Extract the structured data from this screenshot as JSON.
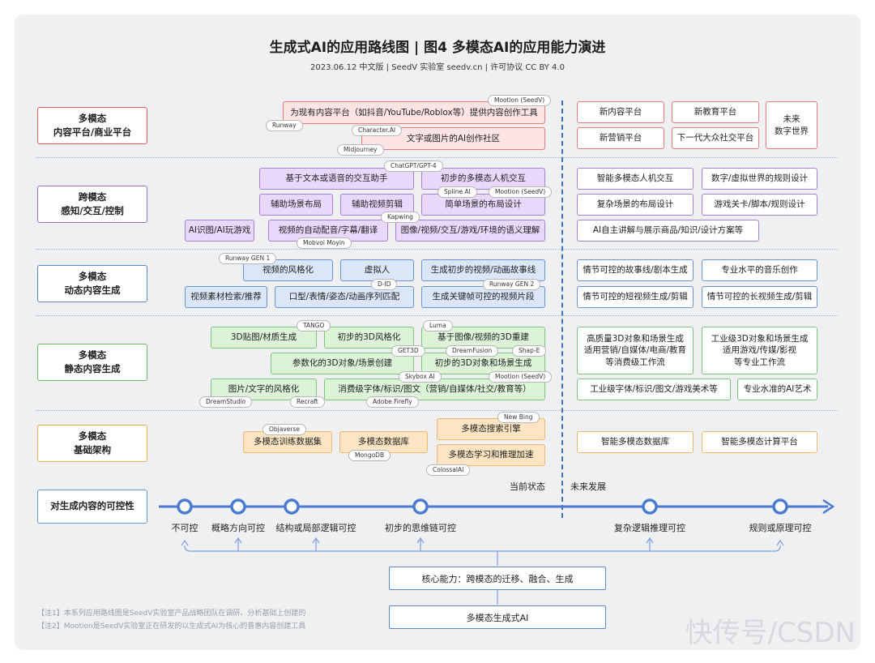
{
  "title": "生成式AI的应用路线图 | 图4 多模态AI的应用能力演进",
  "subtitle": "2023.06.12 中文版 | SeedV 实验室 seedv.cn | 许可协议 CC BY 4.0",
  "rows": {
    "r1": {
      "cat": "多模态\n内容平台/商业平台",
      "b1": "为现有内容平台（如抖音/YouTube/Roblox等）提供内容创作工具",
      "b2": "文字或图片的AI创作社区",
      "t1": "Mootion (SeedV)",
      "t2": "Runway",
      "t3": "Character.AI",
      "t4": "Midjourney",
      "f1": "新内容平台",
      "f2": "新教育平台",
      "f3": "新营销平台",
      "f4": "下一代大众社交平台",
      "f5": "未来\n数字世界"
    },
    "r2": {
      "cat": "跨模态\n感知/交互/控制",
      "b1": "基于文本或语音的交互助手",
      "b2": "初步的多模态人机交互",
      "b3": "辅助场景布局",
      "b4": "辅助视频剪辑",
      "b5": "简单场景的布局设计",
      "b6": "AI识图/AI玩游戏",
      "b7": "视频的自动配音/字幕/翻译",
      "b8": "图像/视频/交互/游戏/环境的语义理解",
      "t1": "ChatGPT/GPT-4",
      "t2": "Spline AI",
      "t3": "Mootion (SeedV)",
      "t4": "Kapwing",
      "t5": "Mobvoi Moyin",
      "f1": "智能多模态人机交互",
      "f2": "数字/虚拟世界的规则设计",
      "f3": "复杂场景的布局设计",
      "f4": "游戏关卡/脚本/规则设计",
      "f5": "AI自主讲解与展示商品/知识/设计方案等"
    },
    "r3": {
      "cat": "多模态\n动态内容生成",
      "b1": "视频的风格化",
      "b2": "虚拟人",
      "b3": "生成初步的视频/动画故事线",
      "b4": "视频素材检索/推荐",
      "b5": "口型/表情/姿态/动画序列匹配",
      "b6": "生成关键帧可控的视频片段",
      "t1": "Runway GEN 1",
      "t2": "D-ID",
      "t3": "Runway GEN 2",
      "f1": "情节可控的故事线/剧本生成",
      "f2": "专业水平的音乐创作",
      "f3": "情节可控的短视频生成/剪辑",
      "f4": "情节可控的长视频生成/剪辑"
    },
    "r4": {
      "cat": "多模态\n静态内容生成",
      "b1": "3D贴图/材质生成",
      "b2": "初步的3D风格化",
      "b3": "基于图像/视频的3D重建",
      "b4": "参数化的3D对象/场景创建",
      "b5": "初步的3D对象和场景生成",
      "b6": "图片/文字的风格化",
      "b7": "消费级字体/标识/图文（营销/自媒体/社交/教育等）",
      "t1": "TANGO",
      "t2": "Luma",
      "t3": "GET3D",
      "t4": "DreamFusion",
      "t5": "Shap-E",
      "t6": "Skybox AI",
      "t7": "Mootion (SeedV)",
      "t8": "DreamStudio",
      "t9": "Recraft",
      "t10": "Adobe Firefly",
      "f1": "高质量3D对象和场景生成\n适用营销/自媒体/电商/教育\n等消费级工作流",
      "f2": "工业级3D对象和场景生成\n适用游戏/传媒/影视\n等专业工作流",
      "f3": "工业级字体/标识/图文/游戏美术等",
      "f4": "专业水准的AI艺术"
    },
    "r5": {
      "cat": "多模态\n基础架构",
      "b1": "多模态训练数据集",
      "b2": "多模态数据库",
      "b3": "多模态搜索引擎",
      "b4": "多模态学习和推理加速",
      "t1": "Objaverse",
      "t2": "MongoDB",
      "t3": "New Bing",
      "t4": "ColossalAI",
      "f1": "智能多模态数据库",
      "f2": "智能多模态计算平台"
    }
  },
  "phase": {
    "current": "当前状态",
    "future": "未来发展"
  },
  "timeline": {
    "cat": "对生成内容的可控性",
    "points": [
      "不可控",
      "概略方向可控",
      "结构或局部逻辑可控",
      "初步的思维链可控",
      "复杂逻辑推理可控",
      "规则或原理可控"
    ]
  },
  "core": {
    "capability": "核心能力：跨模态的迁移、融合、生成",
    "base": "多模态生成式AI"
  },
  "notes": [
    "【注1】本系列应用路线图是SeedV实验室产品战略团队在调研、分析基础上创建的",
    "【注2】Mootion是SeedV实验室正在研发的以生成式AI为核心的普惠内容创建工具"
  ],
  "watermark": "快传号/CSDN",
  "colors": {
    "accent": "#3f6fc6",
    "red": "#e87a7a",
    "purple": "#a77fd6",
    "blue": "#6a93d4",
    "green": "#7cc47c",
    "orange": "#f0b76a"
  }
}
